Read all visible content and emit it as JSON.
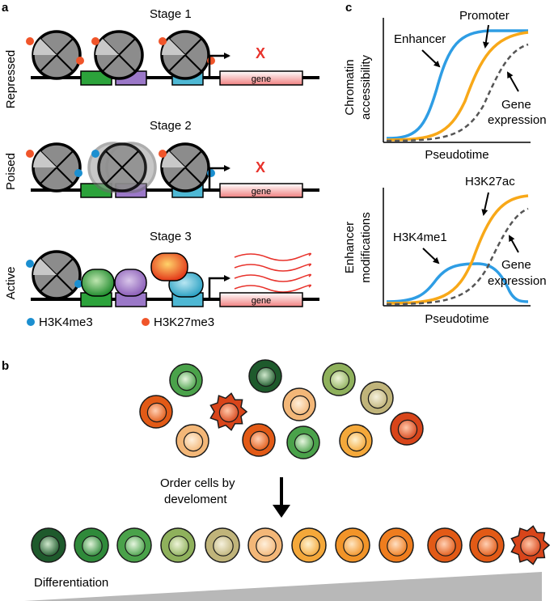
{
  "panel_a": {
    "label": "a",
    "stages": [
      {
        "title": "Stage 1",
        "state": "Repressed",
        "gene": "gene"
      },
      {
        "title": "Stage 2",
        "state": "Poised",
        "gene": "gene"
      },
      {
        "title": "Stage 3",
        "state": "Active",
        "gene": "gene"
      }
    ],
    "legend": [
      {
        "label": "H3K4me3",
        "color": "#1b8fd0"
      },
      {
        "label": "H3K27me3",
        "color": "#f0552a"
      }
    ],
    "silenced_mark": "X"
  },
  "panel_b": {
    "label": "b",
    "order_text": [
      "Order cells by",
      "develoment"
    ],
    "axis_label": "Differentiation"
  },
  "panel_c": {
    "label": "c",
    "top_plot": {
      "ylabel": [
        "Chromatin",
        "accessibility"
      ],
      "xlabel": "Pseudotime",
      "annotations": {
        "enhancer": "Enhancer",
        "promoter": "Promoter",
        "gene": [
          "Gene",
          "expression"
        ]
      }
    },
    "bottom_plot": {
      "ylabel": [
        "Enhancer",
        "modifications"
      ],
      "xlabel": "Pseudotime",
      "annotations": {
        "h3k27ac": "H3K27ac",
        "h3k4me1": "H3K4me1",
        "gene": [
          "Gene",
          "expression"
        ]
      }
    },
    "colors": {
      "enhancer": "#2e9de4",
      "promoter": "#f8a818",
      "gene": "#555555"
    }
  }
}
